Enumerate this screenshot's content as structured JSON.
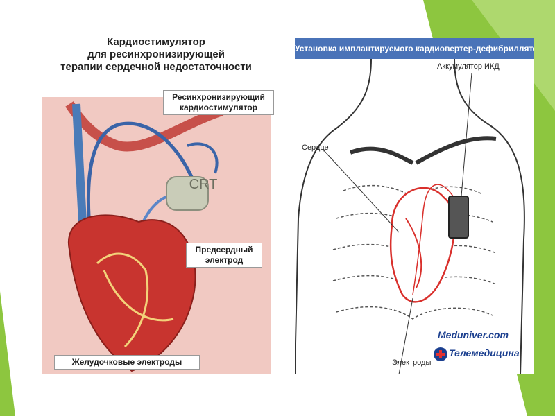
{
  "left": {
    "title_lines": [
      "Кардиостимулятор",
      "для ресинхронизирующей",
      "терапии сердечной недостаточности"
    ],
    "label_crt_device": [
      "Ресинхронизирующий",
      "кардиостимулятор"
    ],
    "device_text": "CRT",
    "label_atrial": [
      "Предсердный",
      "электрод"
    ],
    "label_ventricular": "Желудочковые электроды"
  },
  "right": {
    "title": "Установка имплантируемого кардиовертер-дефибриллятора",
    "label_battery": "Аккумулятор ИКД",
    "label_heart": "Сердце",
    "label_electrodes": "Электроды",
    "watermark_line1": "Meduniver.com",
    "watermark_line2": "Телемедицина"
  },
  "colors": {
    "accent_green": "#8dc63f",
    "title_bar": "#4a73b8",
    "heart_red": "#d9302c"
  }
}
